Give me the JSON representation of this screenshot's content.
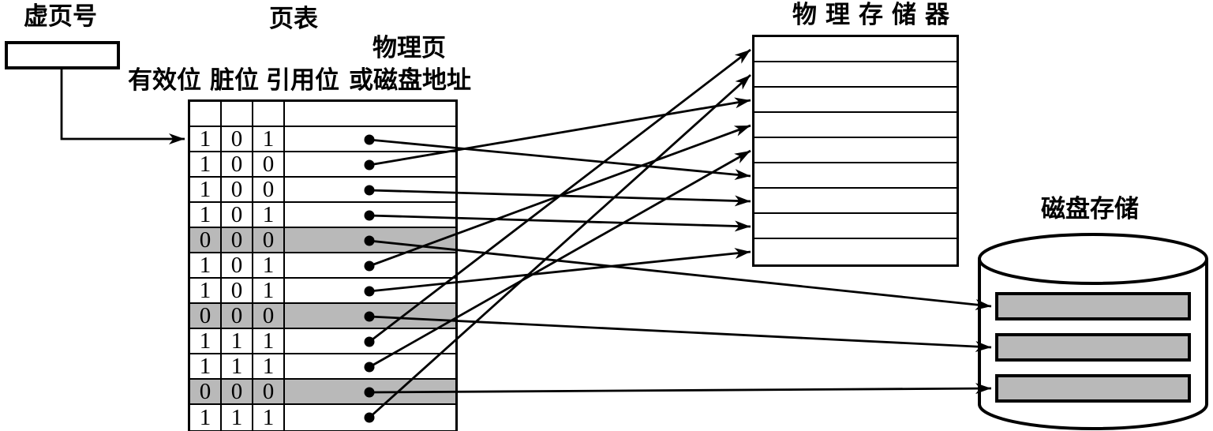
{
  "figure": {
    "background": "#ffffff",
    "line_color": "#000000",
    "highlight_color": "#b9b9b9",
    "virtual_page": {
      "label": "虚页号"
    },
    "page_table": {
      "title": "页表",
      "headers": {
        "valid": "有效位",
        "dirty": "脏位",
        "reference": "引用位",
        "address_line1": "物理页",
        "address_line2": "或磁盘地址"
      },
      "rows": [
        {
          "valid": "1",
          "dirty": "0",
          "reference": "1",
          "target": "mem-6"
        },
        {
          "valid": "1",
          "dirty": "0",
          "reference": "0",
          "target": "mem-3"
        },
        {
          "valid": "1",
          "dirty": "0",
          "reference": "0",
          "target": "mem-7"
        },
        {
          "valid": "1",
          "dirty": "0",
          "reference": "1",
          "target": "mem-8"
        },
        {
          "valid": "0",
          "dirty": "0",
          "reference": "0",
          "target": "disk-1"
        },
        {
          "valid": "1",
          "dirty": "0",
          "reference": "1",
          "target": "mem-4"
        },
        {
          "valid": "1",
          "dirty": "0",
          "reference": "1",
          "target": "mem-9"
        },
        {
          "valid": "0",
          "dirty": "0",
          "reference": "0",
          "target": "disk-2"
        },
        {
          "valid": "1",
          "dirty": "1",
          "reference": "1",
          "target": "mem-1"
        },
        {
          "valid": "1",
          "dirty": "1",
          "reference": "1",
          "target": "mem-5"
        },
        {
          "valid": "0",
          "dirty": "0",
          "reference": "0",
          "target": "disk-3"
        },
        {
          "valid": "1",
          "dirty": "1",
          "reference": "1",
          "target": "mem-2"
        }
      ]
    },
    "physical_memory": {
      "title": "物理存储器",
      "row_count": 9
    },
    "disk": {
      "title": "磁盘存储",
      "slot_count": 3
    }
  }
}
